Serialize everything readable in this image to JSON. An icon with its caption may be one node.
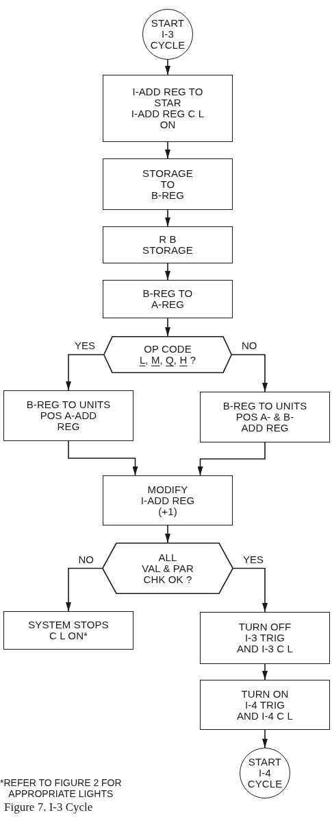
{
  "diagram": {
    "caption": "Figure 7. I-3 Cycle",
    "nodes": [
      {
        "text": [
          "START I-3 CYCLE"
        ]
      },
      {
        "text": [
          "I-ADD REG TO STAR",
          "I-ADD REG C L ON"
        ]
      },
      {
        "text": [
          "STORAGE TO B-REG"
        ]
      },
      {
        "text": [
          "R B STORAGE"
        ]
      },
      {
        "text": [
          "B-REG TO A-REG"
        ]
      },
      {
        "text": [
          "OP CODE L, M, Q, H ?"
        ]
      },
      {
        "text": [
          "B-REG TO UNITS POS A-ADD REG"
        ]
      },
      {
        "text": [
          "B-REG TO UNITS POS A- & B- ADD REG"
        ]
      },
      {
        "text": [
          "MODIFY I-ADD REG (+1)"
        ]
      },
      {
        "text": [
          "ALL VAL & PAR CHK OK ?"
        ]
      },
      {
        "text": [
          "SYSTEM STOPS C L ON*"
        ]
      },
      {
        "text": [
          "TURN OFF I-3 TRIG AND I-3 C L"
        ]
      },
      {
        "text": [
          "TURN ON I-4 TRIG AND I-4 C L"
        ]
      },
      {
        "text": [
          "START I-4 CYCLE"
        ]
      }
    ],
    "edges": [
      {
        "from": 0,
        "to": 1,
        "arrow": "to"
      },
      {
        "from": 1,
        "to": 2,
        "arrow": "to"
      },
      {
        "from": 2,
        "to": 3,
        "arrow": "to"
      },
      {
        "from": 3,
        "to": 4,
        "arrow": "to"
      },
      {
        "from": 4,
        "to": 5,
        "arrow": "to"
      },
      {
        "from": 5,
        "to": 6,
        "arrow": "to",
        "label": "YES"
      },
      {
        "from": 5,
        "to": 7,
        "arrow": "to",
        "label": "NO"
      },
      {
        "from": 6,
        "to": 8,
        "arrow": "to"
      },
      {
        "from": 7,
        "to": 8,
        "arrow": "to"
      },
      {
        "from": 8,
        "to": 9,
        "arrow": "to"
      },
      {
        "from": 9,
        "to": 10,
        "arrow": "to",
        "label": "NO"
      },
      {
        "from": 9,
        "to": 11,
        "arrow": "to",
        "label": "YES"
      },
      {
        "from": 11,
        "to": 12,
        "arrow": "to"
      },
      {
        "from": 12,
        "to": 13,
        "arrow": "to"
      }
    ],
    "labels": [
      "*REFER TO FIGURE 2 FOR APPROPRIATE LIGHTS"
    ]
  }
}
